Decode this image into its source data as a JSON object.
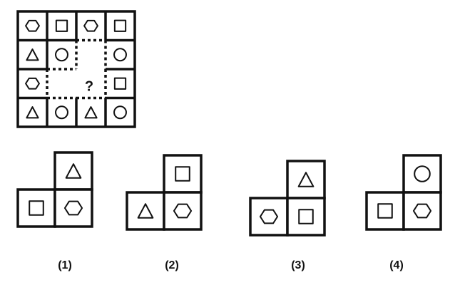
{
  "puzzle": {
    "grid": [
      [
        "hexagon",
        "square",
        "hexagon",
        "square"
      ],
      [
        "triangle",
        "circle",
        "",
        "circle"
      ],
      [
        "hexagon",
        "",
        "",
        "square"
      ],
      [
        "triangle",
        "circle",
        "triangle",
        "circle"
      ]
    ],
    "missing_cells": [
      [
        1,
        2
      ],
      [
        2,
        1
      ],
      [
        2,
        2
      ]
    ],
    "question_mark": "?"
  },
  "options": [
    {
      "label": "(1)",
      "top": "triangle",
      "bottom_left": "square",
      "bottom_right": "hexagon"
    },
    {
      "label": "(2)",
      "top": "square",
      "bottom_left": "triangle",
      "bottom_right": "hexagon"
    },
    {
      "label": "(3)",
      "top": "triangle",
      "bottom_left": "hexagon",
      "bottom_right": "square"
    },
    {
      "label": "(4)",
      "top": "circle",
      "bottom_left": "square",
      "bottom_right": "hexagon"
    }
  ],
  "colors": {
    "stroke": "#111111",
    "background": "#ffffff"
  }
}
